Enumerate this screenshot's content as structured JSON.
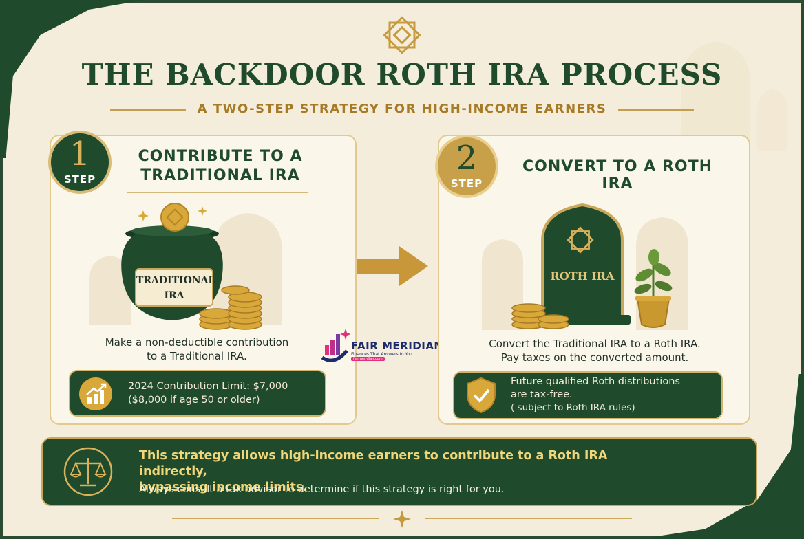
{
  "title": "THE BACKDOOR ROTH IRA PROCESS",
  "subtitle": "A TWO-STEP STRATEGY FOR HIGH-INCOME EARNERS",
  "step1": {
    "number": "1",
    "label": "STEP",
    "heading_line1": "CONTRIBUTE TO A",
    "heading_line2": "TRADITIONAL IRA",
    "jar_label_line1": "TRADITIONAL",
    "jar_label_line2": "IRA",
    "desc_line1": "Make a non-deductible contribution",
    "desc_line2": "to a Traditional IRA.",
    "limit_line1": "2024 Contribution Limit: $7,000",
    "limit_line2": "($8,000 if age 50 or older)"
  },
  "step2": {
    "number": "2",
    "label": "STEP",
    "heading": "CONVERT TO A ROTH IRA",
    "door_label": "ROTH IRA",
    "desc_line1": "Convert the Traditional IRA to a Roth IRA.",
    "desc_line2": "Pay taxes on the converted amount.",
    "note_line1": "Future qualified Roth distributions",
    "note_line2": "are tax-free.",
    "note_line3": "( subject to Roth IRA rules)"
  },
  "logo": {
    "name": "FAIR MERIDIAN",
    "tagline": "Finances That Answers to You.",
    "url": "fairmeridian.com"
  },
  "banner": {
    "main_line1": "This strategy allows high-income earners to contribute to a Roth IRA indirectly,",
    "main_line2": "bypassing income limits.",
    "note": "Always consult a tax advisor to determine if this strategy is right for you."
  },
  "colors": {
    "primary_green": "#1f4a2c",
    "gold": "#c9a85c",
    "cream": "#f5eddc",
    "highlight_gold": "#f2d67a",
    "logo_navy": "#1e2b6b",
    "logo_pink": "#e0307b"
  },
  "icons": [
    "eight-point-star-icon",
    "arrow-right-icon",
    "growth-chart-icon",
    "shield-check-icon",
    "scales-of-justice-icon",
    "coin-icon",
    "plant-icon"
  ]
}
